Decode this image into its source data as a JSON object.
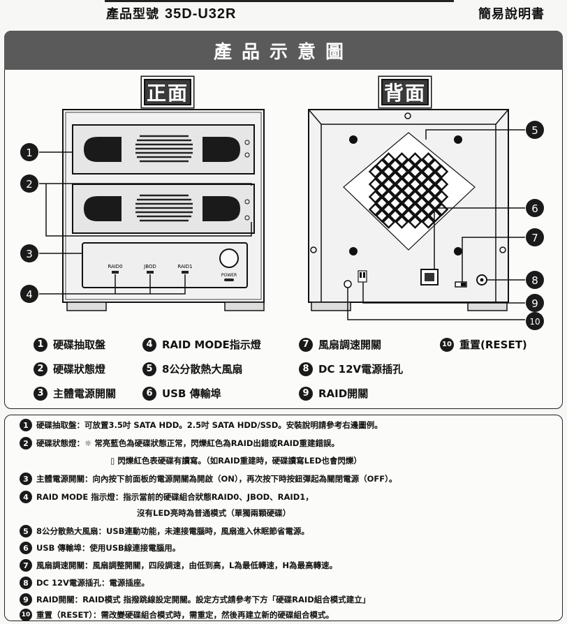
{
  "header": {
    "model_label": "產品型號",
    "model_number": "35D-U32R",
    "guide_label": "簡易說明書"
  },
  "banner": {
    "title": "產品示意圖"
  },
  "views": {
    "front": "正面",
    "back": "背面"
  },
  "front_panel": {
    "led1": "RAID0",
    "led2": "JBOD",
    "led3": "RAID1",
    "power": "POWER"
  },
  "callouts": [
    "1",
    "2",
    "3",
    "4",
    "5",
    "6",
    "7",
    "8",
    "9",
    "10"
  ],
  "legend": [
    {
      "num": "1",
      "text": "硬碟抽取盤"
    },
    {
      "num": "2",
      "text": "硬碟狀態燈"
    },
    {
      "num": "3",
      "text": "主體電源開關"
    },
    {
      "num": "4",
      "text": "RAID MODE指示燈"
    },
    {
      "num": "5",
      "text": "8公分散熱大風扇"
    },
    {
      "num": "6",
      "text": "USB 傳輸埠"
    },
    {
      "num": "7",
      "text": "風扇調速開關"
    },
    {
      "num": "8",
      "text": "DC 12V電源插孔"
    },
    {
      "num": "9",
      "text": "RAID開關"
    },
    {
      "num": "10",
      "text": "重置(RESET)"
    }
  ],
  "notes": [
    {
      "num": "1",
      "text": "硬碟抽取盤：可放置3.5吋 SATA HDD。2.5吋 SATA HDD/SSD。安裝說明請參考右邊圖例。"
    },
    {
      "num": "2",
      "text": "硬碟狀態燈：☼ 常亮藍色為硬碟狀態正常，閃爍紅色為RAID出錯或RAID重建錯誤。"
    },
    {
      "num": "",
      "text": "▯ 閃爍紅色表硬碟有讀寫。（如RAID重建時，硬碟讀寫LED也會閃爍）"
    },
    {
      "num": "3",
      "text": "主體電源開關：向內按下前面板的電源開關為開啟（ON），再次按下時按鈕彈起為關閉電源（OFF）。"
    },
    {
      "num": "4",
      "text": "RAID MODE 指示燈：指示當前的硬碟組合狀態RAID0、JBOD、RAID1，"
    },
    {
      "num": "",
      "text": "沒有LED亮時為普通模式（單獨兩顆硬碟）"
    },
    {
      "num": "5",
      "text": "8公分散熱大風扇：USB連動功能，未連接電腦時，風扇進入休眠節省電源。"
    },
    {
      "num": "6",
      "text": "USB 傳輸埠：使用USB線連接電腦用。"
    },
    {
      "num": "7",
      "text": "風扇調速開關：風扇調整開關，四段調速，由低到高，L為最低轉速，H為最高轉速。"
    },
    {
      "num": "8",
      "text": "DC 12V電源插孔：電源插座。"
    },
    {
      "num": "9",
      "text": "RAID開關：RAID模式 指撥跳線設定開關。設定方式請參考下方「硬碟RAID組合模式建立」"
    },
    {
      "num": "10",
      "text": "重置（RESET）：需改變硬碟組合模式時，需重定，然後再建立新的硬碟組合模式。"
    }
  ]
}
